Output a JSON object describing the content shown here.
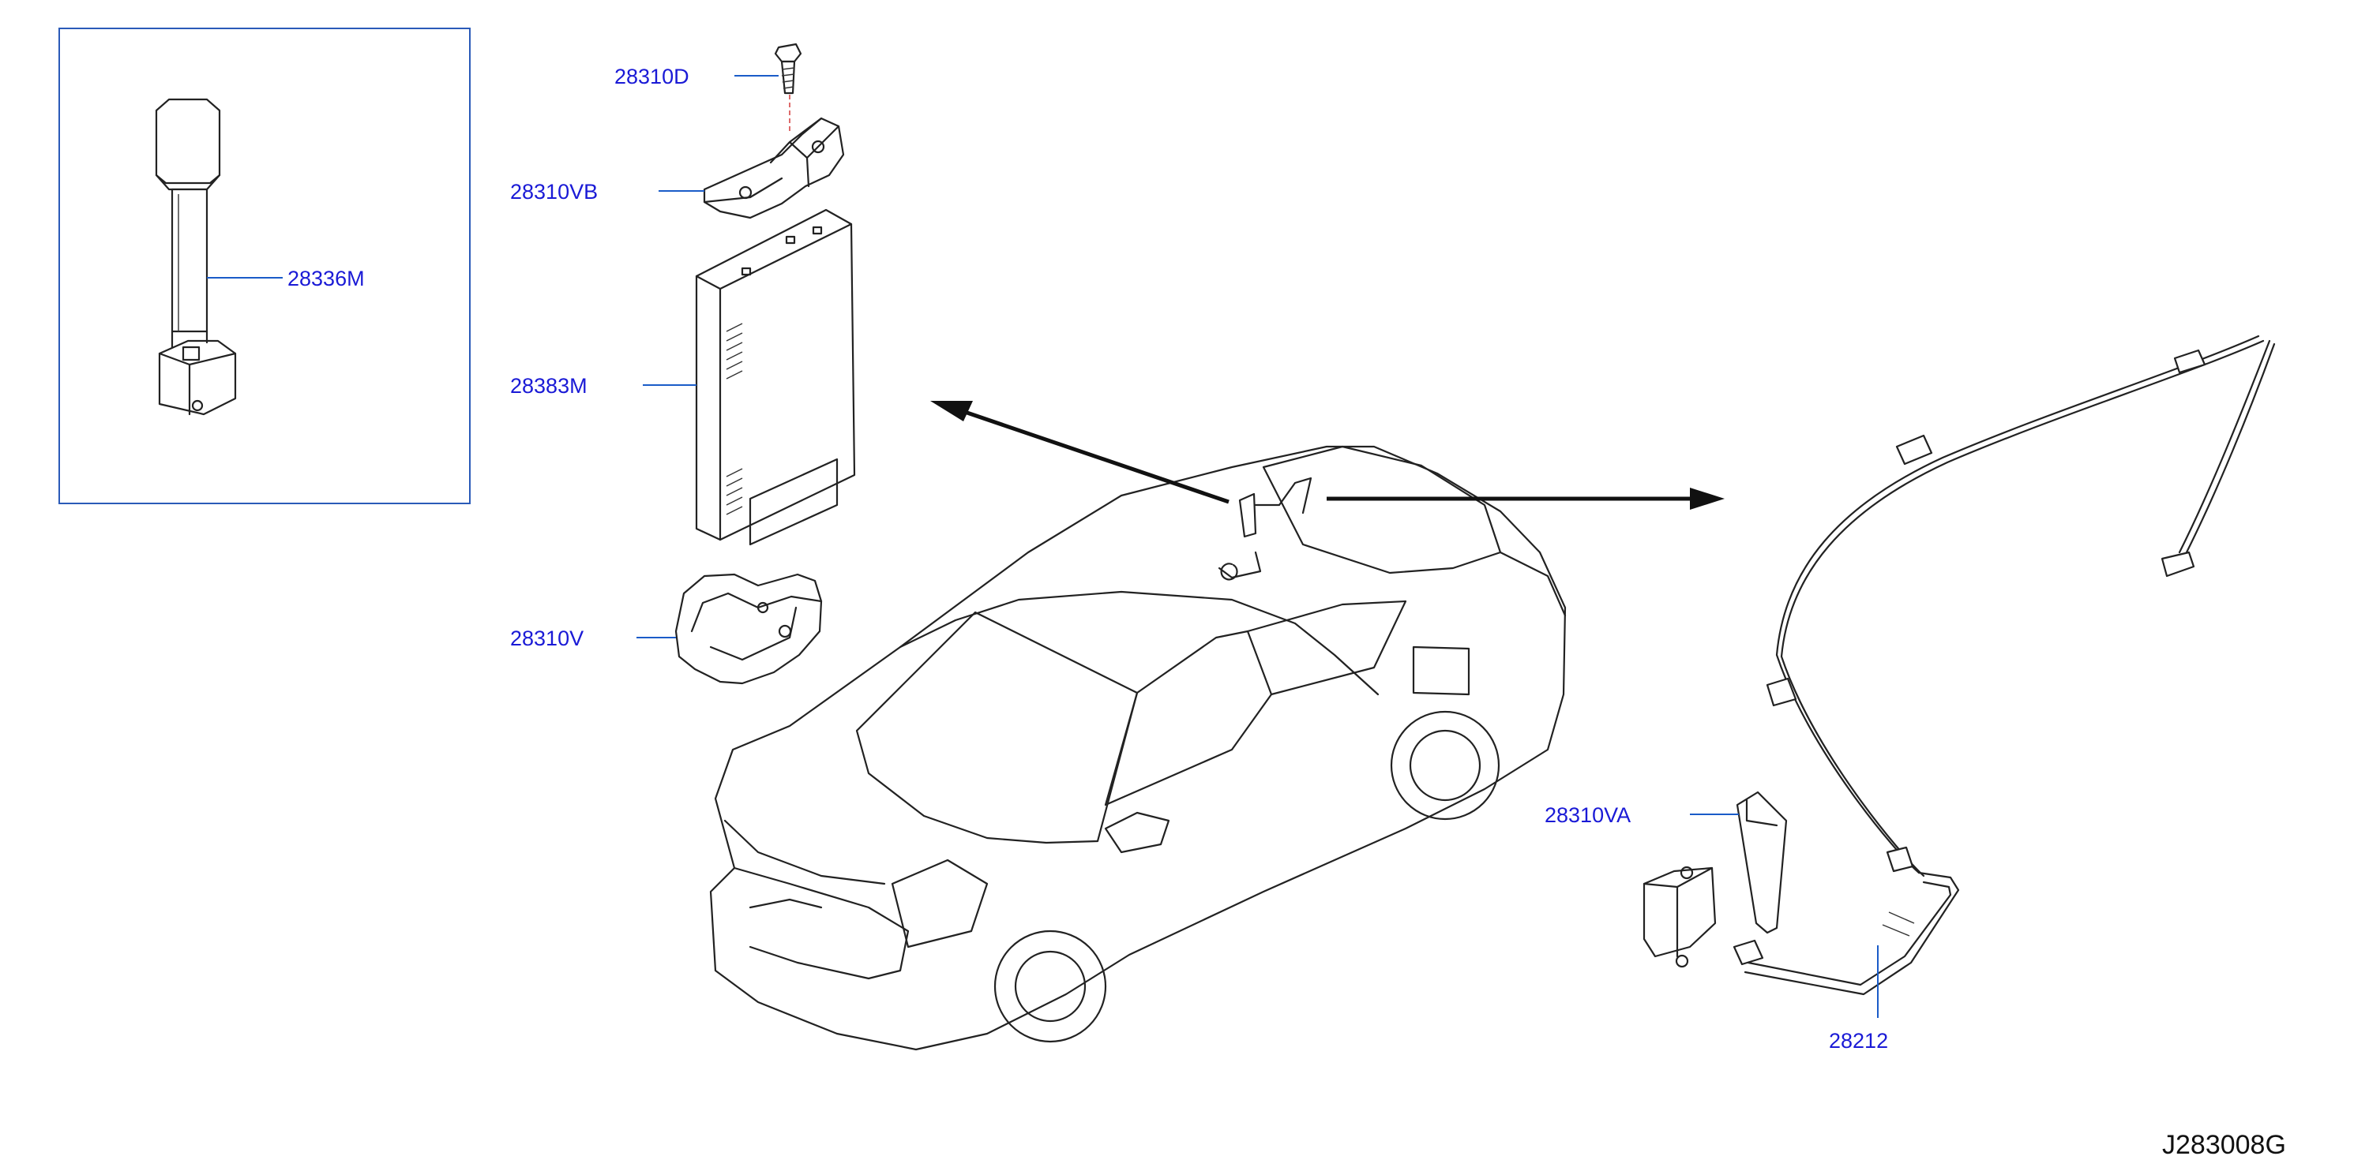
{
  "labels": {
    "p28336M": "28336M",
    "p28310D": "28310D",
    "p28310VB": "28310VB",
    "p28383M": "28383M",
    "p28310V": "28310V",
    "p28310VA": "28310VA",
    "p28212": "28212"
  },
  "diagram_code": "J283008G",
  "colors": {
    "label": "#1a1ad6",
    "leader": "#1a5cc8",
    "line": "#222222",
    "inset_frame": "#2a5ab8"
  }
}
